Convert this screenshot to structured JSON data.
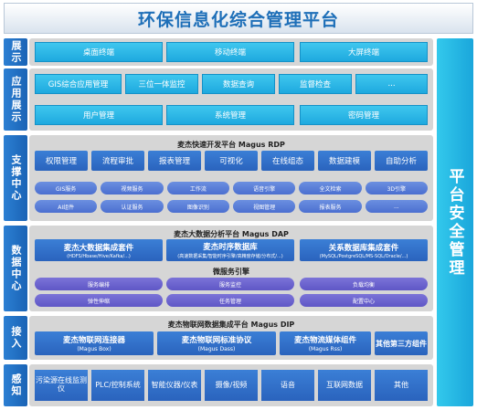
{
  "title": "环保信息化综合管理平台",
  "right_column": "平台安全管理",
  "layers": {
    "display": {
      "label": "展示",
      "items": [
        "桌面终端",
        "移动终端",
        "大屏终端"
      ]
    },
    "app": {
      "label": "应用展示",
      "row1": [
        "GIS综合应用管理",
        "三位一体监控",
        "数据查询",
        "监督检查",
        "..."
      ],
      "row2": [
        "用户管理",
        "系统管理",
        "密码管理"
      ]
    },
    "support": {
      "label": "支撑中心",
      "heading": "麦杰快速开发平台 Magus RDP",
      "row1": [
        "权限管理",
        "流程审批",
        "报表管理",
        "可视化",
        "在线组态",
        "数据建模",
        "自助分析"
      ],
      "row2": [
        "GIS服务",
        "视频服务",
        "工作流",
        "语音引擎",
        "全文检索",
        "3D引擎"
      ],
      "row3": [
        "AI组件",
        "认证服务",
        "图像识别",
        "视图管理",
        "报表服务",
        "..."
      ]
    },
    "data": {
      "label": "数据中心",
      "heading": "麦杰大数据分析平台 Magus DAP",
      "boxes": [
        {
          "title": "麦杰大数据集成套件",
          "sub": "(HDFS/Hbase/Hive/Kafka/...)"
        },
        {
          "title": "麦杰时序数据库",
          "sub": "(高速数据采集/智能时序引擎/高精度存储/分布式/...)"
        },
        {
          "title": "关系数据库集成套件",
          "sub": "(MySQL/PostgreSQL/MS-SQL/Oracle/...)"
        }
      ],
      "subheading": "微服务引擎",
      "row1": [
        "服务编排",
        "服务监控",
        "负载均衡"
      ],
      "row2": [
        "弹性伸缩",
        "任务管理",
        "配置中心"
      ]
    },
    "access": {
      "label": "接入",
      "heading": "麦杰物联网数据集成平台 Magus DIP",
      "boxes": [
        {
          "title": "麦杰物联网连接器",
          "sub": "(Magus Box)"
        },
        {
          "title": "麦杰物联网标准协议",
          "sub": "(Magus Dass)"
        },
        {
          "title": "麦杰物流媒体组件",
          "sub": "(Magus Rss)"
        },
        {
          "title": "其他第三方组件",
          "sub": ""
        }
      ]
    },
    "sense": {
      "label": "感知",
      "items": [
        "污染源在线监测仪",
        "PLC/控制系统",
        "智能仪器/仪表",
        "摄像/视频",
        "语音",
        "互联网数据",
        "其他"
      ]
    }
  },
  "colors": {
    "title_text": "#1e6fb8",
    "side_label": "#2166c0",
    "cyan": "#2bb8e6",
    "blue": "#2f6fcb",
    "panel": "#d6d6d6"
  }
}
